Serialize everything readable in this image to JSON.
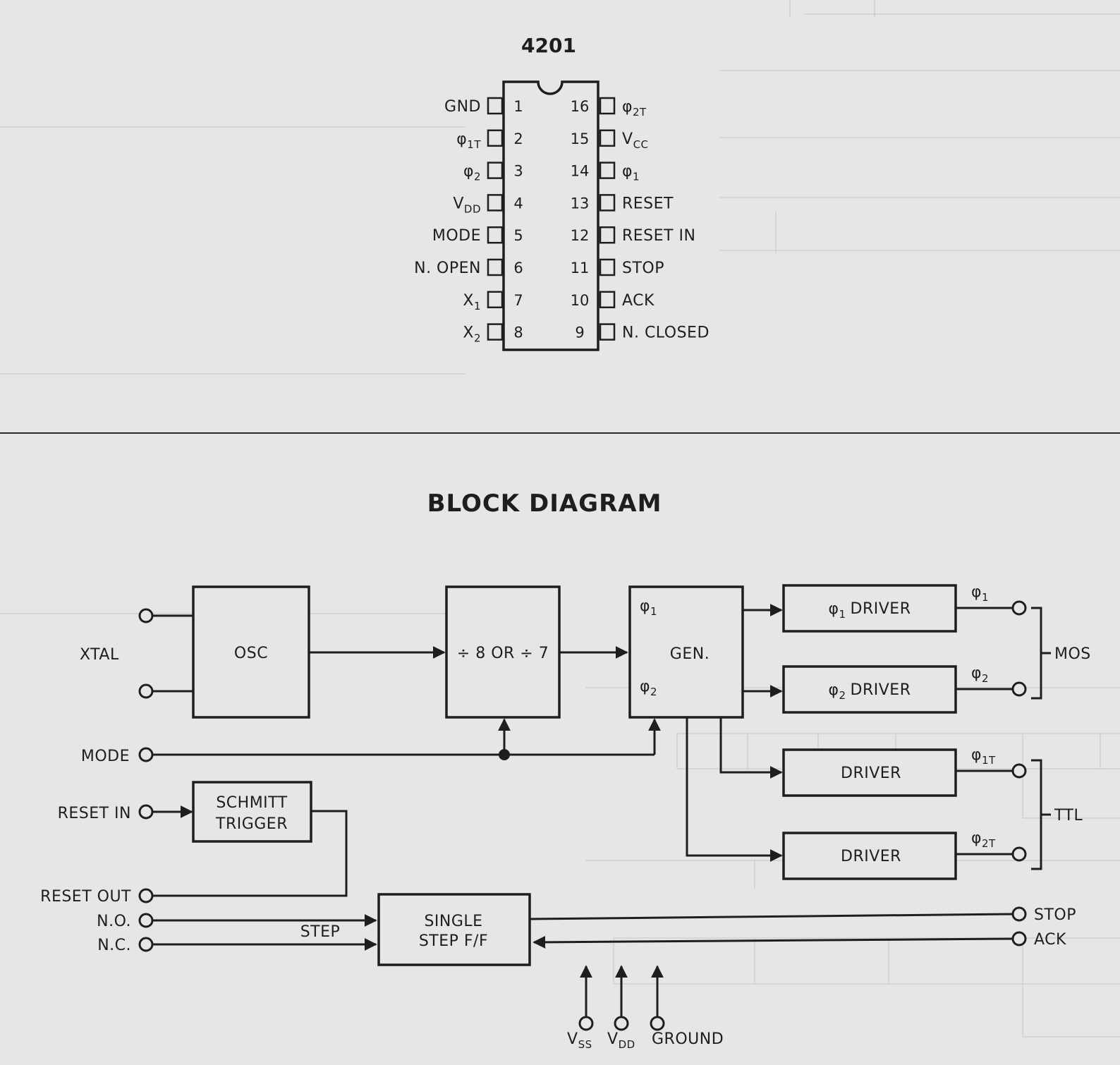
{
  "chip": {
    "title": "4201",
    "left_pins": [
      {
        "num": "1",
        "name": "GND"
      },
      {
        "num": "2",
        "name": "φ",
        "sub": "1T"
      },
      {
        "num": "3",
        "name": "φ",
        "sub": "2"
      },
      {
        "num": "4",
        "name": "V",
        "sub": "DD"
      },
      {
        "num": "5",
        "name": "MODE"
      },
      {
        "num": "6",
        "name": "N. OPEN"
      },
      {
        "num": "7",
        "name": "X",
        "sub": "1"
      },
      {
        "num": "8",
        "name": "X",
        "sub": "2"
      }
    ],
    "right_pins": [
      {
        "num": "16",
        "name": "φ",
        "sub": "2T"
      },
      {
        "num": "15",
        "name": "V",
        "sub": "CC"
      },
      {
        "num": "14",
        "name": "φ",
        "sub": "1"
      },
      {
        "num": "13",
        "name": "RESET"
      },
      {
        "num": "12",
        "name": "RESET IN"
      },
      {
        "num": "11",
        "name": "STOP"
      },
      {
        "num": "10",
        "name": "ACK"
      },
      {
        "num": "9",
        "name": "N. CLOSED"
      }
    ]
  },
  "block_diagram": {
    "heading": "BLOCK DIAGRAM",
    "blocks": {
      "osc": "OSC",
      "divider": "÷ 8 OR ÷ 7",
      "gen": "GEN.",
      "gen_phi1": {
        "sym": "φ",
        "sub": "1"
      },
      "gen_phi2": {
        "sym": "φ",
        "sub": "2"
      },
      "phi1_driver": {
        "sym": "φ",
        "sub": "1",
        "text": "DRIVER"
      },
      "phi2_driver": {
        "sym": "φ",
        "sub": "2",
        "text": "DRIVER"
      },
      "ttl_driver_1": "DRIVER",
      "ttl_driver_2": "DRIVER",
      "schmitt_line1": "SCHMITT",
      "schmitt_line2": "TRIGGER",
      "single_step_line1": "SINGLE",
      "single_step_line2": "STEP F/F"
    },
    "inputs": {
      "xtal": "XTAL",
      "mode": "MODE",
      "reset_in": "RESET IN",
      "reset_out": "RESET OUT",
      "no": "N.O.",
      "nc": "N.C.",
      "step": "STEP"
    },
    "outputs": {
      "phi1": {
        "sym": "φ",
        "sub": "1"
      },
      "phi2": {
        "sym": "φ",
        "sub": "2"
      },
      "phi1t": {
        "sym": "φ",
        "sub": "1T"
      },
      "phi2t": {
        "sym": "φ",
        "sub": "2T"
      },
      "mos": "MOS",
      "ttl": "TTL",
      "stop": "STOP",
      "ack": "ACK"
    },
    "power": {
      "vss": {
        "sym": "V",
        "sub": "SS"
      },
      "vdd": {
        "sym": "V",
        "sub": "DD"
      },
      "ground": "GROUND"
    }
  }
}
